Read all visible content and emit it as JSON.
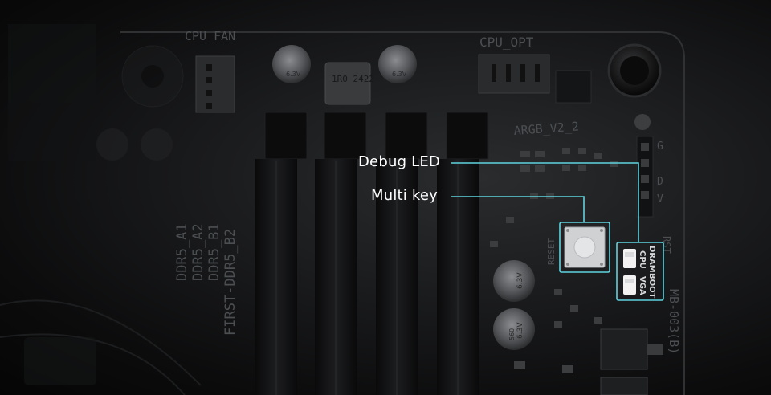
{
  "board_silkscreen": {
    "cpu_fan": "CPU_FAN",
    "cpu_opt": "CPU_OPT",
    "argb": "ARGB_V2_2",
    "dimm_a1": "DDR5_A1",
    "dimm_a2": "DDR5_A2",
    "dimm_b1": "DDR5_B1",
    "dimm_b2": "FIRST-DDR5_B2",
    "cap_top_1": "6.3V",
    "cap_top_2": "6.3V",
    "inductor": "1R0 2422",
    "cap_bottom_1": "6.3V",
    "cap_bottom_2": "6.3V",
    "cap_bottom_value": "560",
    "reset": "RESET",
    "model": "MB-003(B)",
    "led_cpu": "CPU",
    "led_dram": "DRAM",
    "led_vga": "VGA",
    "led_boot": "BOOT",
    "rst": "RST",
    "header_g": "G",
    "header_d": "D",
    "header_v": "V"
  },
  "callouts": [
    {
      "label": "Debug LED"
    },
    {
      "label": "Multi key"
    }
  ],
  "colors": {
    "callout_line": "#5fd3df",
    "label_text": "#ffffff",
    "silkscreen": "#4c4f52",
    "led_white": "#f2f2f2"
  }
}
